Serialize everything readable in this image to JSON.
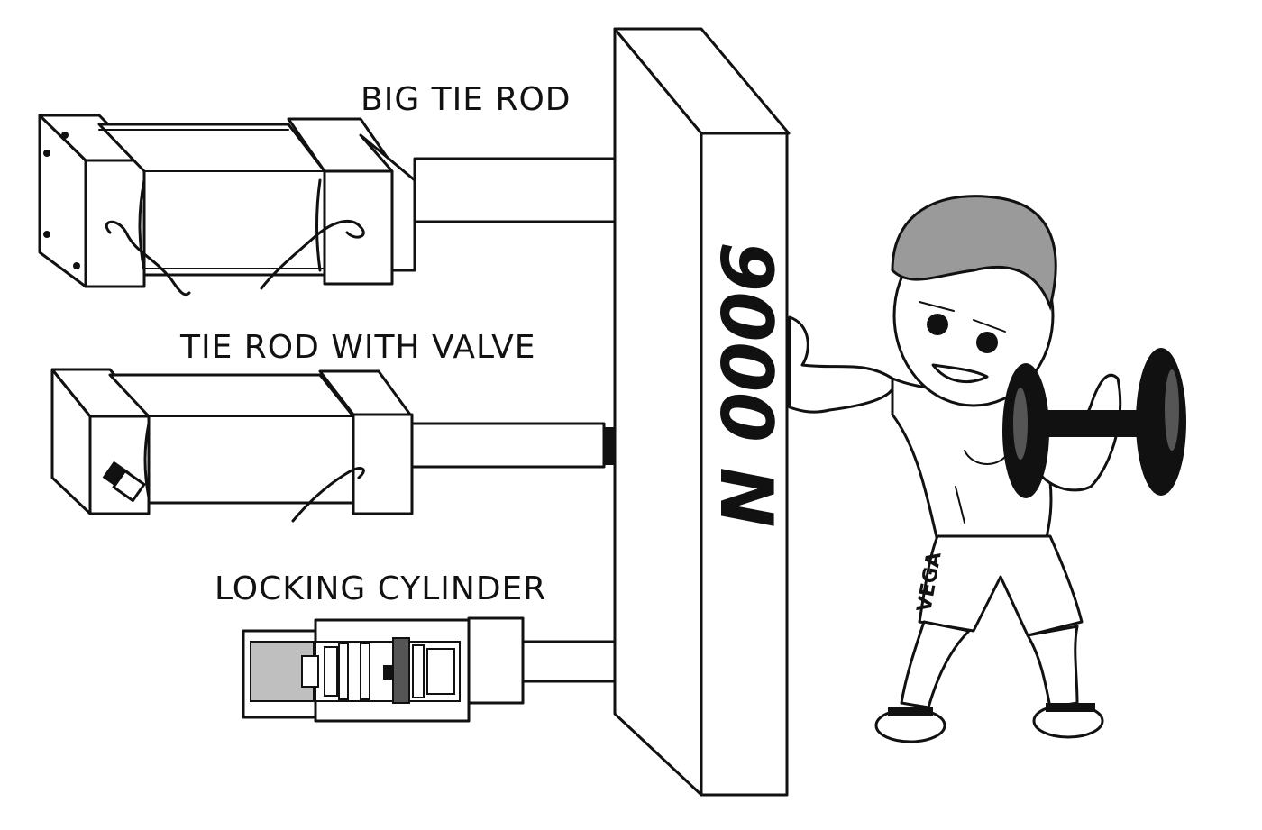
{
  "labels": {
    "big_tie_rod": "BIG TIE ROD",
    "tie_rod_with_valve": "TIE ROD WITH VALVE",
    "locking_cylinder": "LOCKING CYLINDER"
  },
  "force_text": "9000 N",
  "shorts_text": "VEGA",
  "colors": {
    "ink": "#111111",
    "paper": "#ffffff",
    "skin_shade": "#d9d9d9",
    "hair": "#9a9a9a"
  }
}
